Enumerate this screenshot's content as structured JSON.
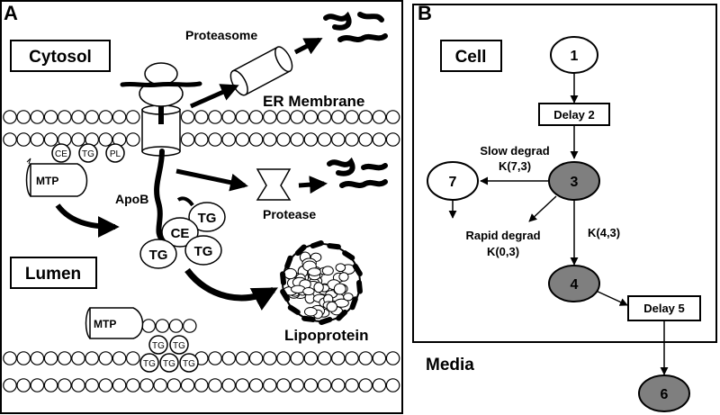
{
  "panel_a": {
    "letter": "A",
    "labels": {
      "cytosol": "Cytosol",
      "lumen": "Lumen",
      "proteasome": "Proteasome",
      "er_membrane": "ER Membrane",
      "apob": "ApoB",
      "protease": "Protease",
      "lipoprotein": "Lipoprotein",
      "mtp_upper": "MTP",
      "mtp_lower": "MTP"
    },
    "membrane_lipids": {
      "ce": "CE",
      "tg": "TG",
      "pl": "PL"
    },
    "apob_lipids": {
      "tg1": "TG",
      "ce": "CE",
      "tg2": "TG",
      "tg3": "TG"
    },
    "lumen_tg": [
      "TG",
      "TG",
      "TG",
      "TG",
      "TG"
    ]
  },
  "panel_b": {
    "letter": "B",
    "labels": {
      "cell": "Cell",
      "media": "Media",
      "slow_degrad": "Slow degrad",
      "k73": "K(7,3)",
      "rapid_degrad": "Rapid degrad",
      "k03": "K(0,3)",
      "k43": "K(4,3)"
    },
    "nodes": {
      "n1": "1",
      "delay2": "Delay 2",
      "n3": "3",
      "n4": "4",
      "delay5": "Delay 5",
      "n6": "6",
      "n7": "7"
    },
    "colors": {
      "shaded_node": "#7f7f7f",
      "open_node": "#ffffff"
    }
  }
}
